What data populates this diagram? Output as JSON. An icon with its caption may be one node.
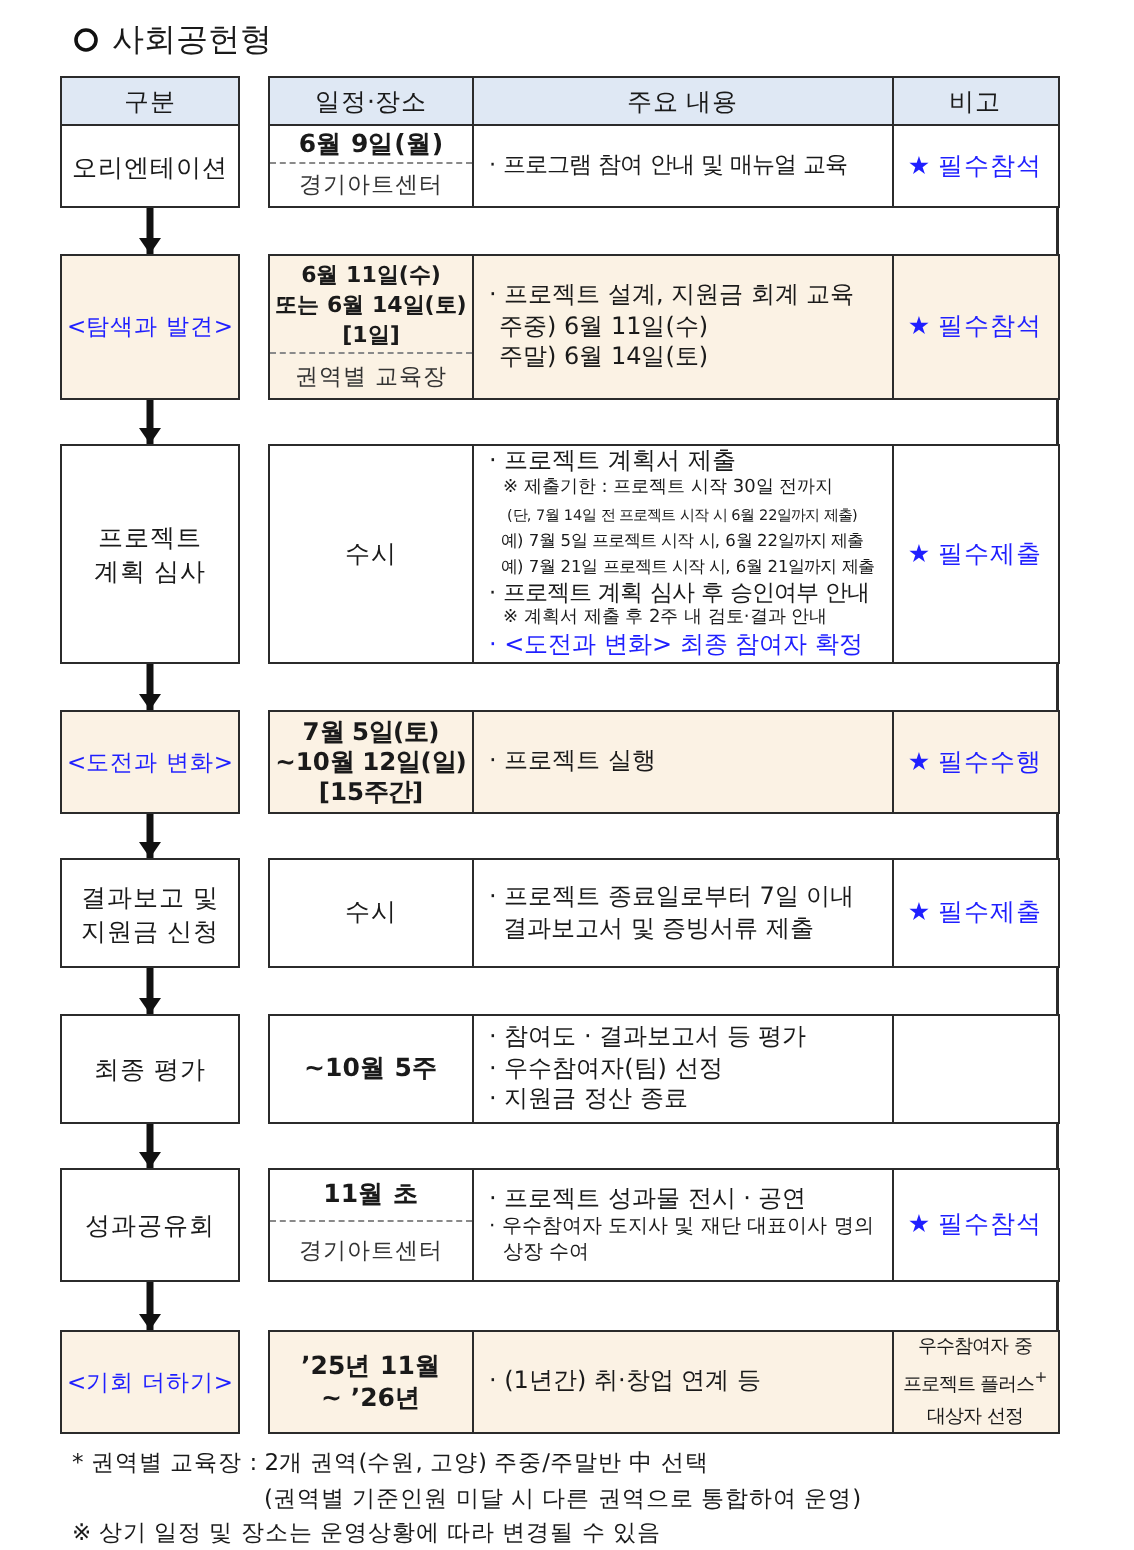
{
  "diagram": {
    "title": "사회공헌형",
    "nodes": [
      {
        "text": [
          "구분"
        ]
      },
      {
        "text": [
          "오리엔테이션"
        ]
      },
      {
        "text": [
          "<탐색과 발견>"
        ]
      },
      {
        "text": [
          "프로젝트 계획 심사"
        ]
      },
      {
        "text": [
          "<도전과 변화>"
        ]
      },
      {
        "text": [
          "결과보고 및 지원금 신청"
        ]
      },
      {
        "text": [
          "최종 평가"
        ]
      },
      {
        "text": [
          "성과공유회"
        ]
      },
      {
        "text": [
          "<기회 더하기>"
        ]
      }
    ],
    "edges": [
      {
        "from": 1,
        "to": 2,
        "arrow": "to"
      },
      {
        "from": 2,
        "to": 3,
        "arrow": "to"
      },
      {
        "from": 3,
        "to": 4,
        "arrow": "to"
      },
      {
        "from": 4,
        "to": 5,
        "arrow": "to"
      },
      {
        "from": 5,
        "to": 6,
        "arrow": "to"
      },
      {
        "from": 6,
        "to": 7,
        "arrow": "to"
      },
      {
        "from": 7,
        "to": 8,
        "arrow": "to"
      }
    ],
    "labels": [
      "일정·장소",
      "주요 내용",
      "비고",
      "6월 9일(월)",
      "경기아트센터",
      "· 프로그램 참여 안내 및 매뉴얼 교육",
      "★ 필수참석",
      "6월 11일(수) 또는 6월 14일(토) [1일]",
      "권역별 교육장",
      "· 프로젝트 설계, 지원금 회계 교육",
      "주중) 6월 11일(수)",
      "주말) 6월 14일(토)",
      "★ 필수참석",
      "수시",
      "· 프로젝트 계획서 제출",
      "※ 제출기한 : 프로젝트 시작 30일 전까지",
      "(단, 7월 14일 전 프로젝트 시작 시 6월 22일까지 제출)",
      "예) 7월 5일 프로젝트 시작 시, 6월 22일까지 제출",
      "예) 7월 21일 프로젝트 시작 시, 6월 21일까지 제출",
      "· 프로젝트 계획 심사 후 승인여부 안내",
      "※ 계획서 제출 후 2주 내 검토·결과 안내",
      "· <도전과 변화> 최종 참여자 확정",
      "★ 필수제출",
      "7월 5일(토) ~10월 12일(일) [15주간]",
      "· 프로젝트 실행",
      "★ 필수수행",
      "수시",
      "· 프로젝트 종료일로부터 7일 이내 결과보고서 및 증빙서류 제출",
      "★ 필수제출",
      "~10월 5주",
      "· 참여도 · 결과보고서 등 평가",
      "· 우수참여자(팀) 선정",
      "· 지원금 정산 종료",
      "11월 초",
      "경기아트센터",
      "· 프로젝트 성과물 전시 · 공연",
      "· 우수참여자 도지사 및 재단 대표이사 명의 상장 수여",
      "★ 필수참석",
      "’25년 11월 ~ ’26년",
      "· (1년간) 취·창업 연계 등",
      "우수참여자 중 프로젝트 플러스$^{+}$ 대상자 선정",
      "* 권역별 교육장 : 2개 권역(수원, 고양) 주중/주말반 中 선택 (권역별 기준인원 미달 시 다른 권역으로 통합하여 운영)",
      "※ 상기 일정 및 장소는 운영상황에 따라 변경될 수 있음"
    ]
  }
}
